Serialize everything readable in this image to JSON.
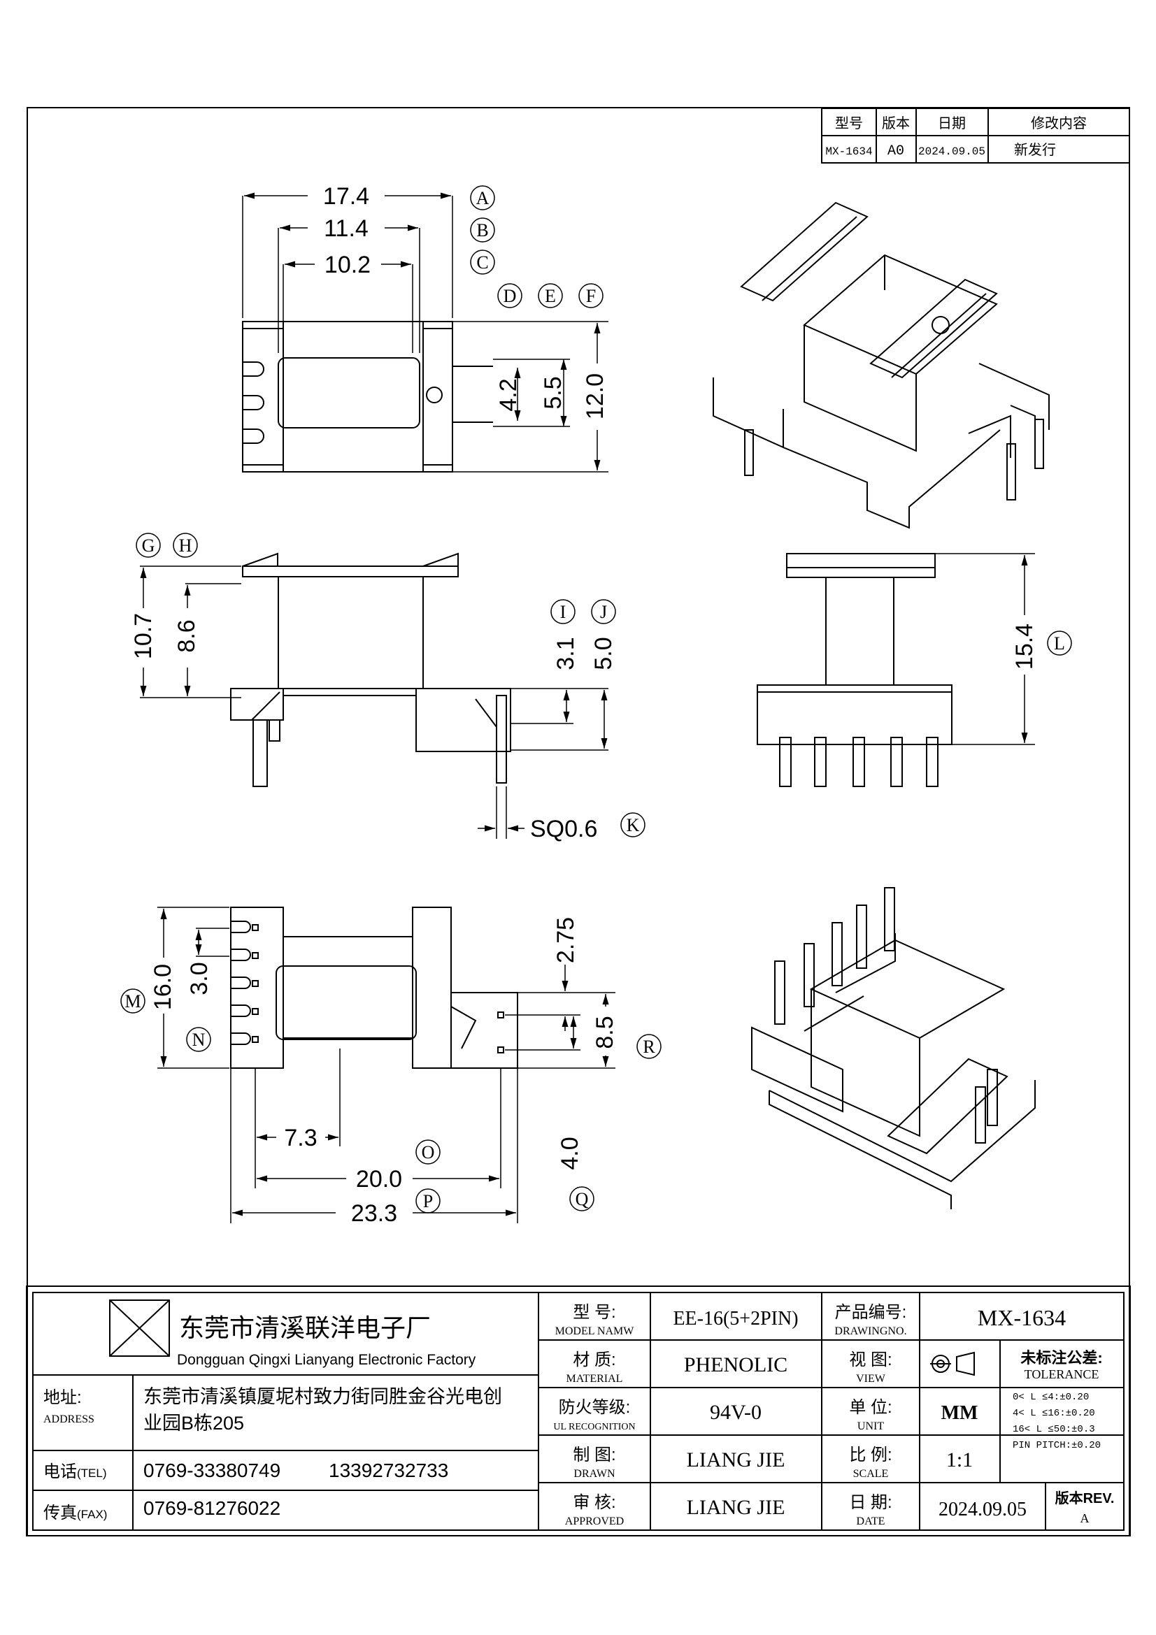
{
  "revision_table": {
    "headers": [
      "型号",
      "版本",
      "日期",
      "修改内容"
    ],
    "row": [
      "MX-1634",
      "A0",
      "2024.09.05",
      "新发行"
    ]
  },
  "dimensions": {
    "top": [
      "17.4",
      "11.4",
      "10.2",
      "4.2",
      "5.5",
      "12.0"
    ],
    "side": [
      "10.7",
      "8.6",
      "3.1",
      "5.0",
      "SQ0.6"
    ],
    "right_side": [
      "15.4"
    ],
    "bottom": [
      "2.75",
      "16.0",
      "3.0",
      "8.5",
      "7.3",
      "20.0",
      "23.3",
      "4.0"
    ]
  },
  "callouts": [
    "A",
    "B",
    "C",
    "D",
    "E",
    "F",
    "G",
    "H",
    "I",
    "J",
    "K",
    "L",
    "M",
    "N",
    "O",
    "P",
    "Q",
    "R"
  ],
  "title_block": {
    "company_cn": "东莞市清溪联洋电子厂",
    "company_en": "Dongguan Qingxi Lianyang Electronic Factory",
    "address_label": "地址:",
    "address_label_en": "ADDRESS",
    "address_line1": "东莞市清溪镇厦坭村致力街同胜金谷光电创",
    "address_line2": "业园B栋205",
    "tel_label": "电话",
    "tel_label_en": "(TEL)",
    "tel_value1": "0769-33380749",
    "tel_value2": "13392732733",
    "fax_label": "传真",
    "fax_label_en": "(FAX)",
    "fax_value": "0769-81276022",
    "model_label": "型  号:",
    "model_label_en": "MODEL NAMW",
    "model_value": "EE-16(5+2PIN)",
    "material_label": "材  质:",
    "material_label_en": "MATERIAL",
    "material_value": "PHENOLIC",
    "fire_label": "防火等级:",
    "fire_label_en": "UL RECOGNITION",
    "fire_value": "94V-0",
    "drawn_label": "制  图:",
    "drawn_label_en": "DRAWN",
    "drawn_value": "LIANG JIE",
    "approved_label": "审  核:",
    "approved_label_en": "APPROVED",
    "approved_value": "LIANG JIE",
    "drawing_no_label": "产品编号:",
    "drawing_no_label_en": "DRAWINGNO.",
    "drawing_no_value": "MX-1634",
    "view_label": "视  图:",
    "view_label_en": "VIEW",
    "unit_label": "单  位:",
    "unit_label_en": "UNIT",
    "unit_value": "MM",
    "scale_label": "比  例:",
    "scale_label_en": "SCALE",
    "scale_value": "1:1",
    "date_label": "日  期:",
    "date_label_en": "DATE",
    "date_value": "2024.09.05",
    "rev_label": "版本REV.",
    "rev_value": "A",
    "tolerance_label": "未标注公差:",
    "tolerance_label_en": "TOLERANCE",
    "tolerance_lines": [
      "0< L ≤4:±0.20",
      "4< L ≤16:±0.20",
      "16< L ≤50:±0.3",
      "PIN PITCH:±0.20"
    ]
  }
}
